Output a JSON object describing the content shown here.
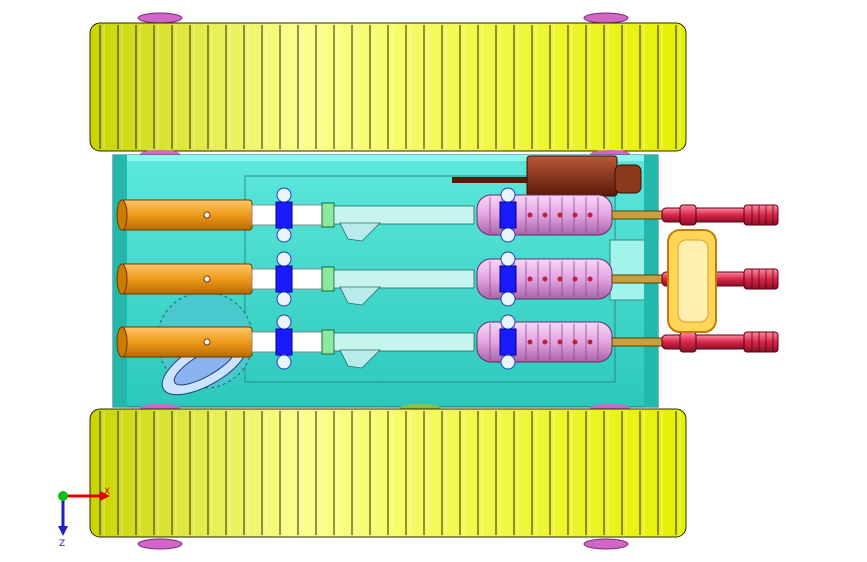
{
  "viewport": {
    "background": "#ffffff"
  },
  "colors": {
    "track_fill": "#f0ff22",
    "track_fill_light": "#fbff8c",
    "track_edge": "#2a2a00",
    "hull_fill": "#2fd4c8",
    "hull_light": "#6ff0e4",
    "barrel_orange": "#ee9a1a",
    "barrel_white": "#ffffff",
    "clamp_blue": "#1a1aff",
    "grip_pink": "#e6a8e6",
    "muzzle_red": "#d8264a",
    "magazine_brown": "#7a2a12",
    "bumper_yellow": "#ffd65a",
    "wheel_magenta": "#d066c8"
  },
  "triad": {
    "x_label": "X",
    "z_label": "Z",
    "icon": "coordinate-triad-icon"
  },
  "assembly": {
    "barrels": [
      "top",
      "middle",
      "bottom"
    ],
    "track_segments": 32
  }
}
